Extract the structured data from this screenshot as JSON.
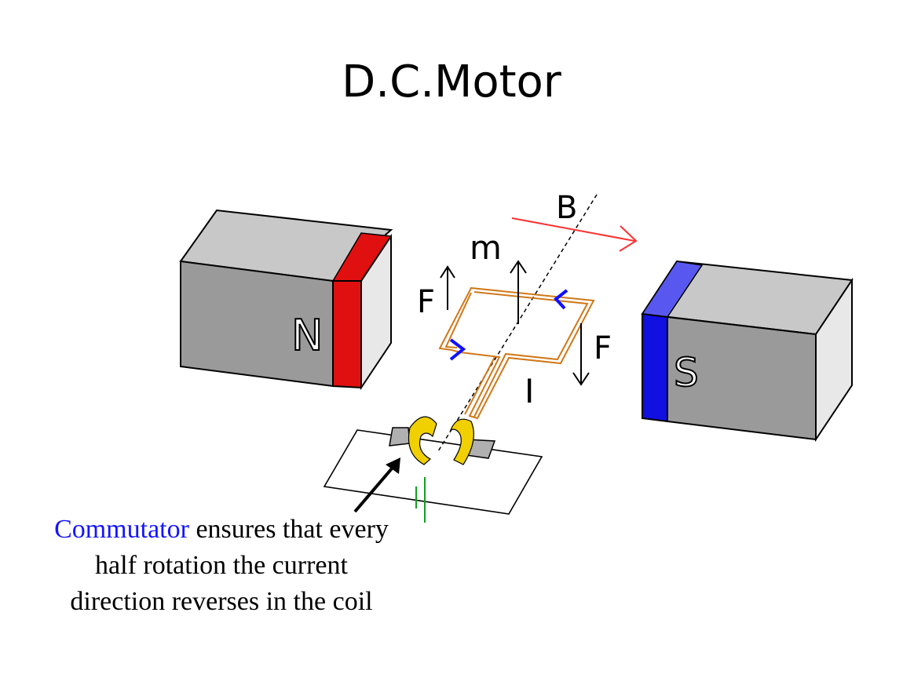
{
  "title": "D.C.Motor",
  "labels": {
    "north_pole": "N",
    "south_pole": "S",
    "magnetic_field": "B",
    "magnetic_moment": "m",
    "force_left": "F",
    "force_right": "F",
    "current": "I"
  },
  "caption": {
    "keyword": "Commutator",
    "line1_rest": " ensures that every",
    "line2": "half rotation the current",
    "line3": "direction reverses in the coil"
  },
  "colors": {
    "north_face": "#e01010",
    "south_face": "#1010e0",
    "field_arrow": "#ff3030",
    "coil": "#d07818",
    "current_arrow": "#1010ff",
    "battery": "#10a020",
    "commutator": "#f0d000",
    "caption_keyword": "#1414ff"
  }
}
